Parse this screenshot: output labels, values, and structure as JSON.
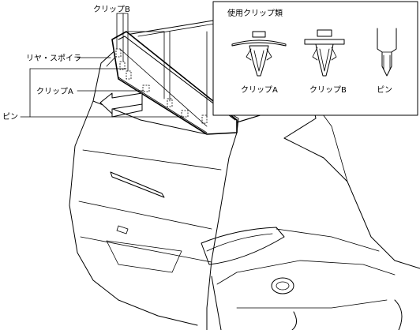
{
  "labels": {
    "clip_b_top": "クリップB",
    "rear_spoiler": "リヤ・スポイラ",
    "clip_a_left": "クリップA",
    "pin_left": "ピン"
  },
  "legend": {
    "title": "使用クリップ類",
    "items": [
      {
        "label": "クリップA",
        "icon": "clip-a-icon"
      },
      {
        "label": "クリップB",
        "icon": "clip-b-icon"
      },
      {
        "label": "ピン",
        "icon": "pin-icon"
      }
    ]
  },
  "colors": {
    "line": "#000000",
    "background": "#ffffff"
  }
}
